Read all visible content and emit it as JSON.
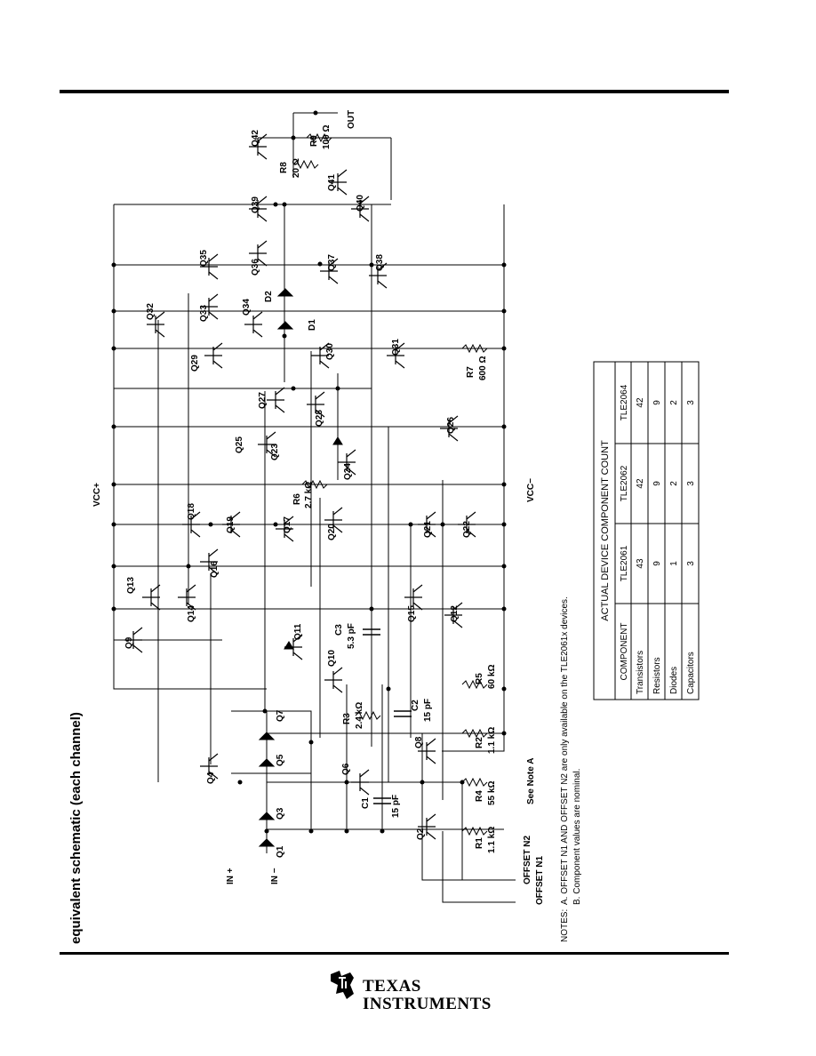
{
  "heading": "equivalent schematic (each channel)",
  "notes": {
    "prefix": "NOTES:",
    "a": "A.   OFFSET N1 AND OFFSET N2 are only available on the TLE2061x devices.",
    "b": "B.   Component values are nominal."
  },
  "pins": {
    "vcc_plus": "VCC+",
    "vcc_minus": "VCC−",
    "in_plus": "IN +",
    "in_minus": "IN −",
    "out": "OUT",
    "offset_n2": "OFFSET N2",
    "offset_n1": "OFFSET N1",
    "see_note": "See Note A"
  },
  "transistors": [
    "Q1",
    "Q2",
    "Q3",
    "Q4",
    "Q5",
    "Q6",
    "Q7",
    "Q8",
    "Q9",
    "Q10",
    "Q11",
    "Q12",
    "Q13",
    "Q14",
    "Q15",
    "Q16",
    "Q17",
    "Q18",
    "Q19",
    "Q20",
    "Q21",
    "Q22",
    "Q23",
    "Q24",
    "Q25",
    "Q26",
    "Q27",
    "Q28",
    "Q29",
    "Q30",
    "Q31",
    "Q32",
    "Q33",
    "Q34",
    "Q35",
    "Q36",
    "Q37",
    "Q38",
    "Q39",
    "Q40",
    "Q41",
    "Q42"
  ],
  "resistors": [
    {
      "name": "R1",
      "value": "1.1 kΩ"
    },
    {
      "name": "R2",
      "value": "1.1 kΩ"
    },
    {
      "name": "R3",
      "value": "2.4 kΩ"
    },
    {
      "name": "R4",
      "value": "55 kΩ"
    },
    {
      "name": "R5",
      "value": "60 kΩ"
    },
    {
      "name": "R6",
      "value": "2.7 kΩ"
    },
    {
      "name": "R7",
      "value": "600 Ω"
    },
    {
      "name": "R8",
      "value": "20 Ω"
    },
    {
      "name": "R9",
      "value": "100 Ω"
    }
  ],
  "capacitors": [
    {
      "name": "C1",
      "value": "15 pF"
    },
    {
      "name": "C2",
      "value": "15 pF"
    },
    {
      "name": "C3",
      "value": "5.3 pF"
    }
  ],
  "diodes": [
    "D1",
    "D2"
  ],
  "table": {
    "title": "ACTUAL DEVICE COMPONENT COUNT",
    "headers": [
      "COMPONENT",
      "TLE2061",
      "TLE2062",
      "TLE2064"
    ],
    "rows": [
      [
        "Transistors",
        "43",
        "42",
        "42"
      ],
      [
        "Resistors",
        "9",
        "9",
        "9"
      ],
      [
        "Diodes",
        "1",
        "2",
        "2"
      ],
      [
        "Capacitors",
        "3",
        "3",
        "3"
      ]
    ]
  },
  "logo": {
    "line1": "TEXAS",
    "line2": "INSTRUMENTS",
    "icon": "ti-logo-icon"
  }
}
